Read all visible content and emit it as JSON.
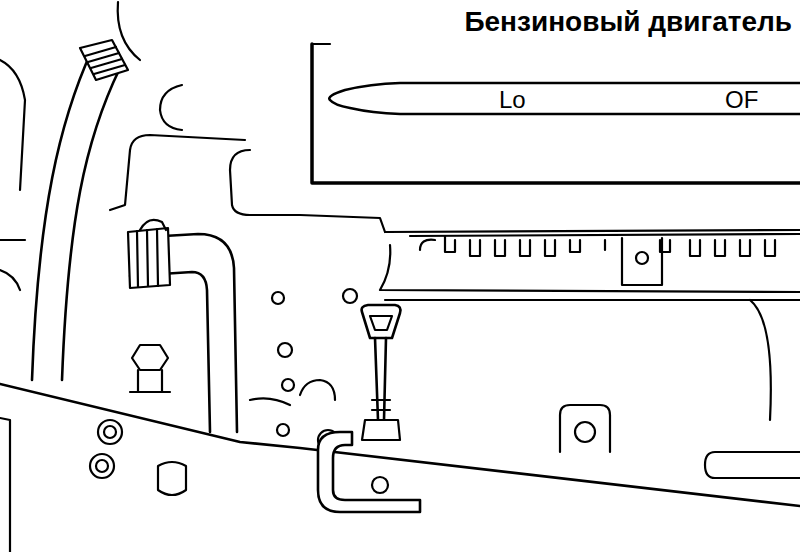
{
  "diagram": {
    "title": "Бензиновый двигатель",
    "labels": [
      "Lo",
      "OF"
    ]
  }
}
